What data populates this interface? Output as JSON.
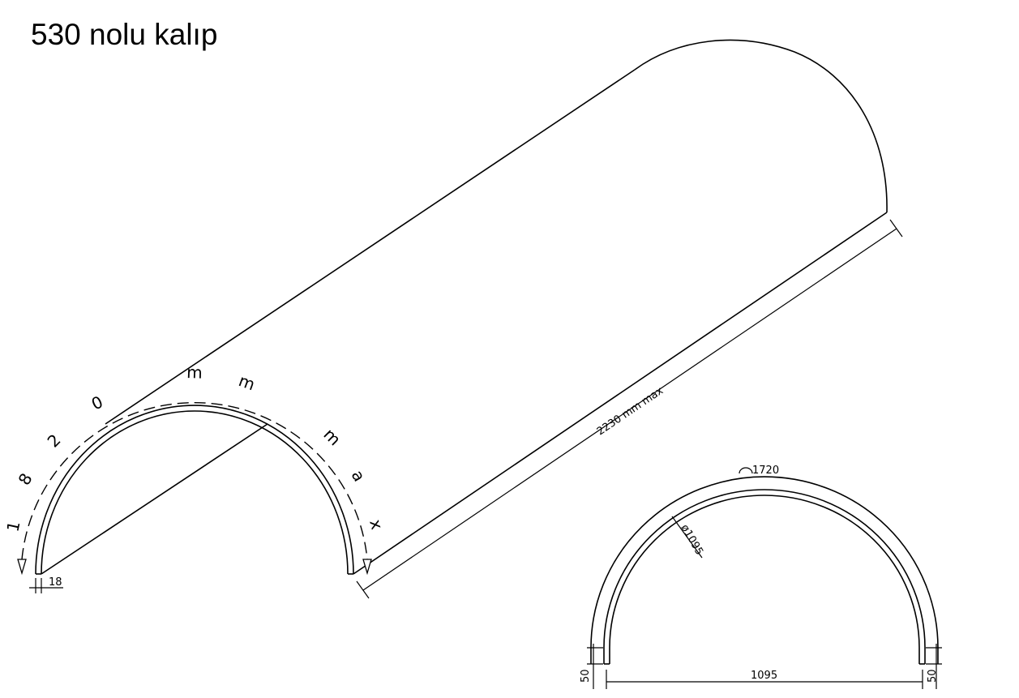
{
  "title": "530 nolu kalıp",
  "drawing": {
    "length_label": "2230 mm max",
    "arc_letters": [
      "1",
      "8",
      "2",
      "0",
      "m",
      "m",
      "m",
      "a",
      "x"
    ],
    "thickness_label": "18",
    "section": {
      "arc_length_label": "1720",
      "diameter_label": "ø1095",
      "width_label": "1095",
      "left_leg_label": "50",
      "right_leg_label": "50"
    }
  }
}
